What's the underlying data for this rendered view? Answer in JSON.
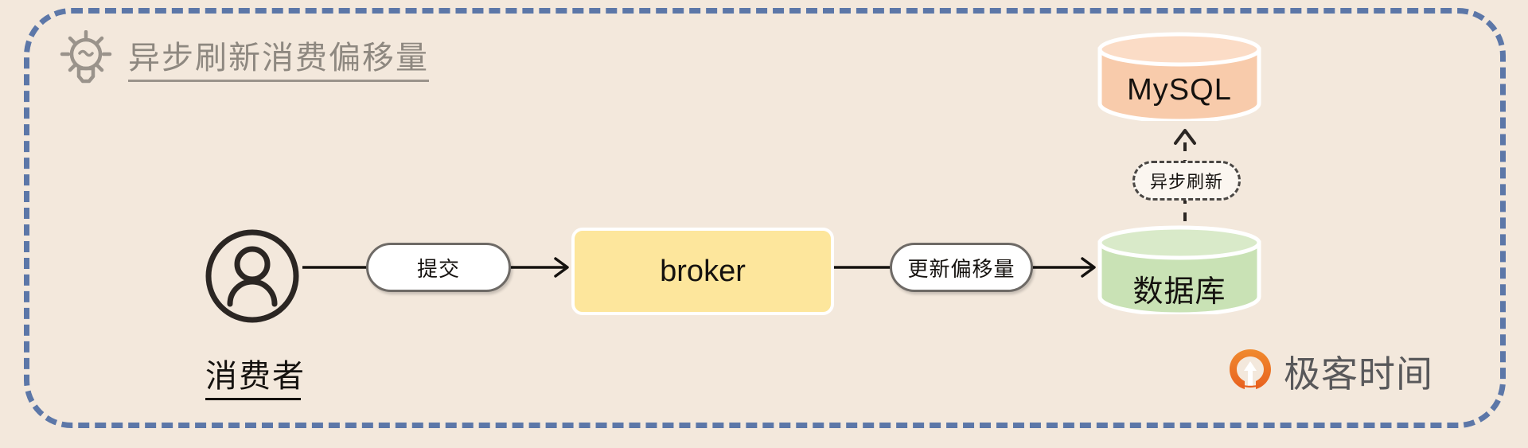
{
  "diagram": {
    "title": "异步刷新消费偏移量",
    "title_icon": "lightbulb-icon",
    "background_color": "#F3E8DC",
    "frame_color": "#5C77A8",
    "nodes": {
      "consumer": {
        "label": "消费者",
        "icon": "user-icon"
      },
      "broker": {
        "label": "broker",
        "color": "#FDE69C"
      },
      "database": {
        "label": "数据库",
        "color": "#C9E2B5",
        "shape": "cylinder"
      },
      "mysql": {
        "label": "MySQL",
        "color": "#F8CBAB",
        "shape": "cylinder"
      }
    },
    "edges": [
      {
        "from": "consumer",
        "to": "broker",
        "label": "提交",
        "style": "solid"
      },
      {
        "from": "broker",
        "to": "database",
        "label": "更新偏移量",
        "style": "solid"
      },
      {
        "from": "database",
        "to": "mysql",
        "label": "异步刷新",
        "style": "dashed"
      }
    ],
    "watermark": {
      "text": "极客时间",
      "icon": "geektime-logo-icon",
      "icon_color": "#EE7B30",
      "text_color": "#58585A"
    }
  }
}
